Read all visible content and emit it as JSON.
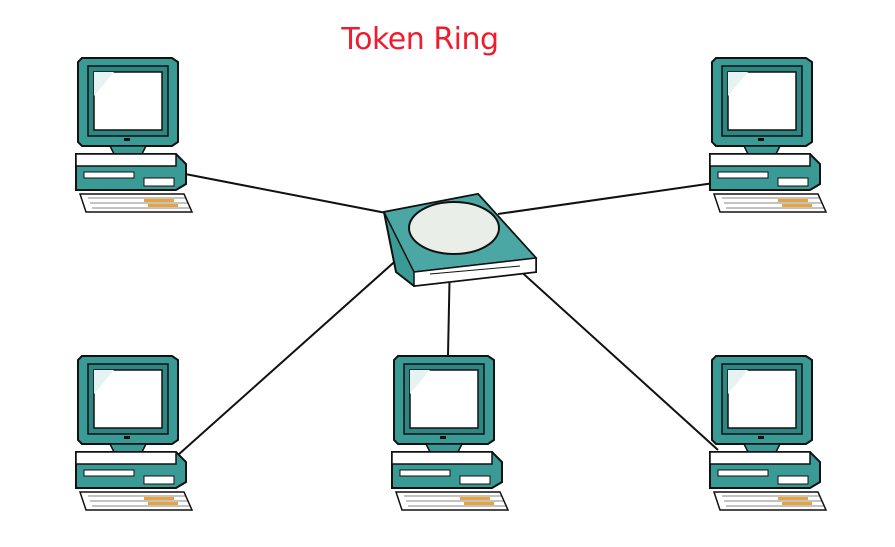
{
  "title": "Token Ring",
  "colors": {
    "title": "#ee1c2e",
    "teal": "#3a9a96",
    "teal_dark": "#1d5f5c",
    "screen": "#ffffff",
    "keyboard_keys": "#e8a33a",
    "outline": "#111111",
    "cable": "#111111",
    "hub_body": "#3a9a96",
    "hub_ring": "#e9eee9"
  },
  "icons": {
    "computer": "desktop-computer-icon",
    "hub": "token-ring-hub-icon"
  },
  "nodes": [
    {
      "id": "computer-top-left"
    },
    {
      "id": "computer-top-right"
    },
    {
      "id": "computer-bottom-left"
    },
    {
      "id": "computer-bottom-center"
    },
    {
      "id": "computer-bottom-right"
    }
  ]
}
